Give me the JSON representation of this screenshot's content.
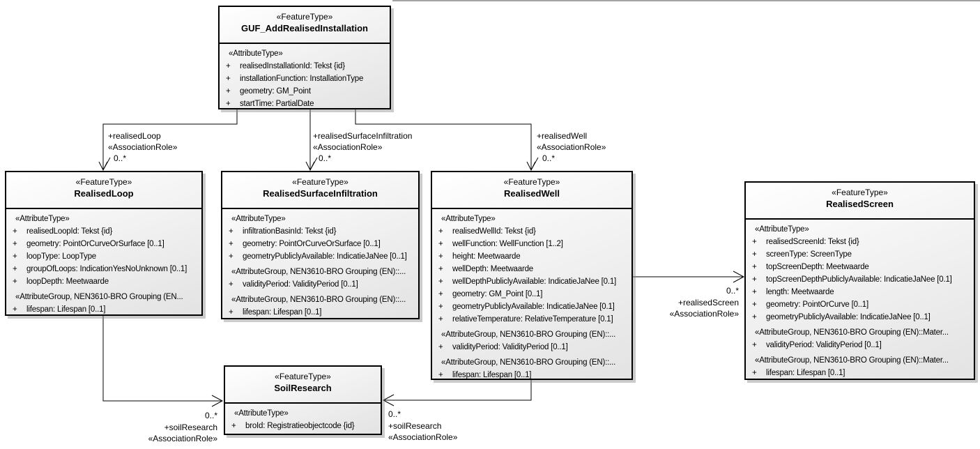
{
  "boxes": {
    "guf": {
      "stereotype": "«FeatureType»",
      "name": "GUF_AddRealisedInstallation",
      "rows": [
        {
          "t": "«AttributeType»"
        },
        {
          "v": "+",
          "t": "realisedInstallationId: Tekst {id}"
        },
        {
          "v": "+",
          "t": "installationFunction: InstallationType"
        },
        {
          "v": "+",
          "t": "geometry: GM_Point"
        },
        {
          "v": "+",
          "t": "startTime: PartialDate"
        }
      ]
    },
    "loop": {
      "stereotype": "«FeatureType»",
      "name": "RealisedLoop",
      "rows": [
        {
          "t": "«AttributeType»"
        },
        {
          "v": "+",
          "t": "realisedLoopId: Tekst {id}"
        },
        {
          "v": "+",
          "t": "geometry: PointOrCurveOrSurface [0..1]"
        },
        {
          "v": "+",
          "t": "loopType: LoopType"
        },
        {
          "v": "+",
          "t": "groupOfLoops: IndicationYesNoUnknown [0..1]"
        },
        {
          "v": "+",
          "t": "loopDepth: Meetwaarde"
        },
        {
          "t": "«AttributeGroup, NEN3610-BRO Grouping (EN..."
        },
        {
          "v": "+",
          "t": "lifespan: Lifespan [0..1]"
        }
      ]
    },
    "rsi": {
      "stereotype": "«FeatureType»",
      "name": "RealisedSurfaceInfiltration",
      "rows": [
        {
          "t": "«AttributeType»"
        },
        {
          "v": "+",
          "t": "infiltrationBasinId: Tekst {id}"
        },
        {
          "v": "+",
          "t": "geometry: PointOrCurveOrSurface [0..1]"
        },
        {
          "v": "+",
          "t": "geometryPubliclyAvailable: IndicatieJaNee [0..1]"
        },
        {
          "t": "«AttributeGroup, NEN3610-BRO Grouping (EN)::..."
        },
        {
          "v": "+",
          "t": "validityPeriod: ValidityPeriod [0..1]"
        },
        {
          "t": "«AttributeGroup, NEN3610-BRO Grouping (EN)::..."
        },
        {
          "v": "+",
          "t": "lifespan: Lifespan [0..1]"
        }
      ]
    },
    "well": {
      "stereotype": "«FeatureType»",
      "name": "RealisedWell",
      "rows": [
        {
          "t": "«AttributeType»"
        },
        {
          "v": "+",
          "t": "realisedWellId: Tekst {id}"
        },
        {
          "v": "+",
          "t": "wellFunction: WellFunction [1..2]"
        },
        {
          "v": "+",
          "t": "height: Meetwaarde"
        },
        {
          "v": "+",
          "t": "wellDepth: Meetwaarde"
        },
        {
          "v": "+",
          "t": "wellDepthPubliclyAvailable: IndicatieJaNee [0.1]"
        },
        {
          "v": "+",
          "t": "geometry: GM_Point [0..1]"
        },
        {
          "v": "+",
          "t": "geometryPubliclyAvailable: IndicatieJaNee [0.1]"
        },
        {
          "v": "+",
          "t": "relativeTemperature: RelativeTemperature [0.1]"
        },
        {
          "t": "«AttributeGroup, NEN3610-BRO Grouping (EN)::..."
        },
        {
          "v": "+",
          "t": "validityPeriod: ValidityPeriod [0..1]"
        },
        {
          "t": "«AttributeGroup, NEN3610-BRO Grouping (EN)::..."
        },
        {
          "v": "+",
          "t": "lifespan: Lifespan [0..1]"
        }
      ]
    },
    "screen": {
      "stereotype": "«FeatureType»",
      "name": "RealisedScreen",
      "rows": [
        {
          "t": "«AttributeType»"
        },
        {
          "v": "+",
          "t": "realisedScreenId: Tekst {id}"
        },
        {
          "v": "+",
          "t": "screenType: ScreenType"
        },
        {
          "v": "+",
          "t": "topScreenDepth: Meetwaarde"
        },
        {
          "v": "+",
          "t": "topScreenDepthPubliclyAvailable: IndicatieJaNee [0.1]"
        },
        {
          "v": "+",
          "t": "length: Meetwaarde"
        },
        {
          "v": "+",
          "t": "geometry: PointOrCurve [0..1]"
        },
        {
          "v": "+",
          "t": "geometryPubliclyAvailable: IndicatieJaNee [0..1]"
        },
        {
          "t": "«AttributeGroup, NEN3610-BRO Grouping (EN)::Mater..."
        },
        {
          "v": "+",
          "t": "validityPeriod: ValidityPeriod [0..1]"
        },
        {
          "t": "«AttributeGroup, NEN3610-BRO Grouping (EN)::Mater..."
        },
        {
          "v": "+",
          "t": "lifespan: Lifespan [0..1]"
        }
      ]
    },
    "soil": {
      "stereotype": "«FeatureType»",
      "name": "SoilResearch",
      "rows": [
        {
          "t": "«AttributeType»"
        },
        {
          "v": "+",
          "t": "broId: Registratieobjectcode {id}"
        }
      ]
    }
  },
  "assoc": {
    "loop": {
      "role": "+realisedLoop",
      "stereo": "«AssociationRole»",
      "mult": "0..*"
    },
    "rsi": {
      "role": "+realisedSurfaceInfiltration",
      "stereo": "«AssociationRole»",
      "mult": "0..*"
    },
    "well": {
      "role": "+realisedWell",
      "stereo": "«AssociationRole»",
      "mult": "0..*"
    },
    "screen": {
      "role": "+realisedScreen",
      "stereo": "«AssociationRole»",
      "mult": "0..*"
    },
    "soil_left": {
      "role": "+soilResearch",
      "stereo": "«AssociationRole»",
      "mult": "0..*"
    },
    "soil_right": {
      "role": "+soilResearch",
      "stereo": "«AssociationRole»",
      "mult": "0..*"
    }
  },
  "colors": {
    "line": "#000000",
    "box_border": "#000000",
    "frame_line": "#4a4a4a"
  }
}
